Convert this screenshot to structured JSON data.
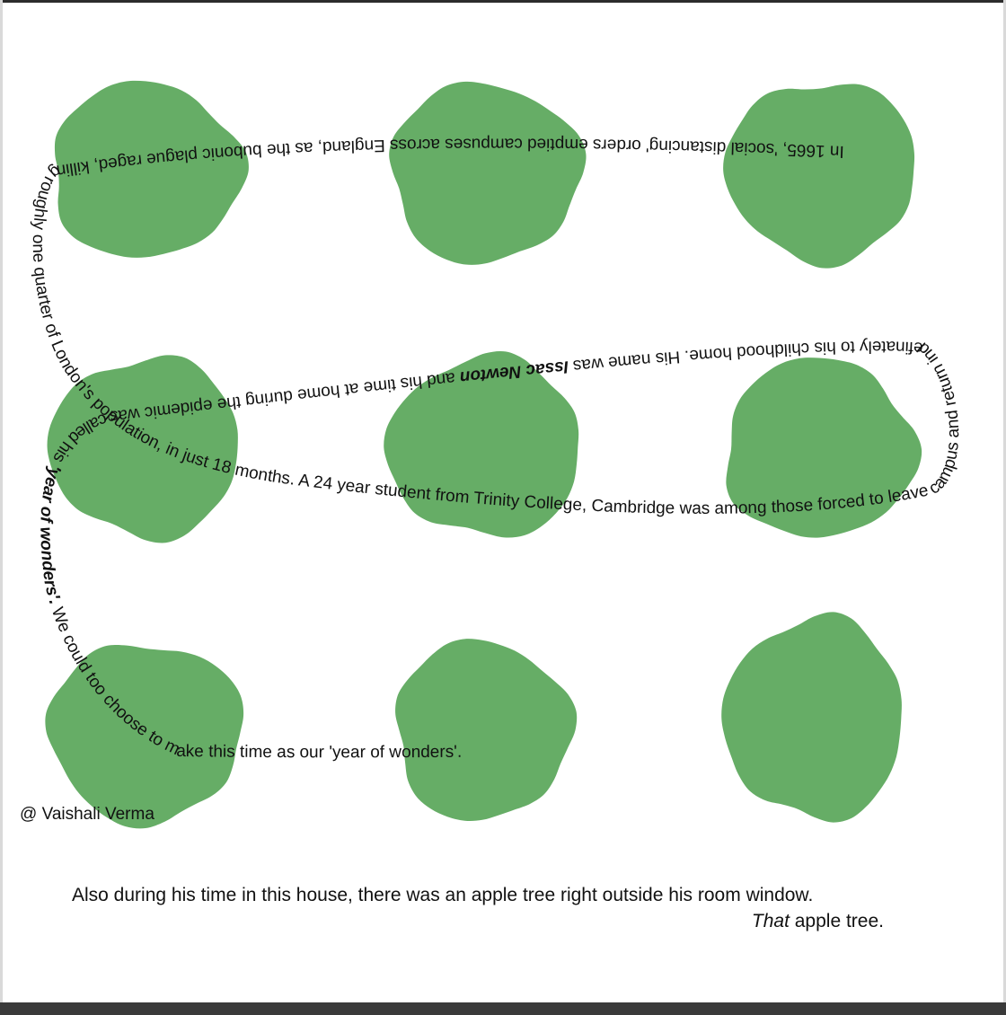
{
  "colors": {
    "blob": "#66ad66",
    "text": "#111111"
  },
  "story": {
    "seg1": "In 1665, 'social distancing' orders emptied campuses across England, as the bubonic plague raged, killing roughly one quarter of London's population, in just 18 months. A 24 year student from Trinity College, Cambridge was among those forced to leave campus and return indefinately to his childhood home. His name was ",
    "name": "Issac Newton",
    "seg2": " and his time at home during the epidemic was called his ",
    "yow1": "'year of wonders'.",
    "seg3": " We could too choose to make this time as our 'year of wonders'."
  },
  "credit": "@ Vaishali Verma",
  "caption": {
    "line1": "Also during his time in this house, there was an apple tree right outside his room window.",
    "line2_em": "That",
    "line2_rest": " apple tree."
  }
}
